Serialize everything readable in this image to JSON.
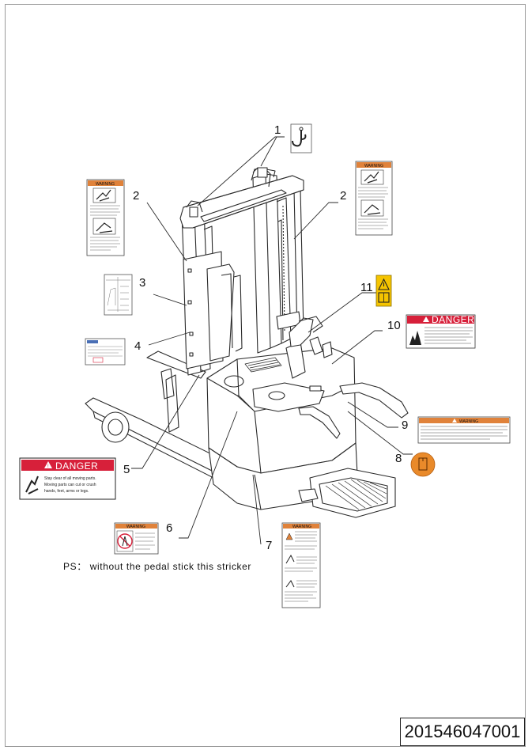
{
  "callouts": [
    "1",
    "2",
    "2",
    "3",
    "4",
    "5",
    "6",
    "7",
    "8",
    "9",
    "10",
    "11"
  ],
  "note": "PS： without the pedal stick this stricker",
  "part_number": "201546047001",
  "labels": {
    "danger_left": {
      "title": "DANGER",
      "lines": [
        "Stay clear of all moving parts.",
        "Moving parts can cut or crush",
        "hands, feet, arms or legs."
      ]
    },
    "danger_right": {
      "title": "DANGER"
    },
    "warning_title": "WARNING"
  },
  "colors": {
    "danger_red": "#d7203a",
    "warning_orange": "#e0823a",
    "caution_yellow": "#f5c400",
    "item8_orange": "#e98a2a",
    "line": "#2a2a2a"
  },
  "icons": [
    "hook-icon",
    "warning-triangle-icon",
    "manual-book-icon",
    "hand-crush-icon",
    "fire-hazard-icon"
  ]
}
